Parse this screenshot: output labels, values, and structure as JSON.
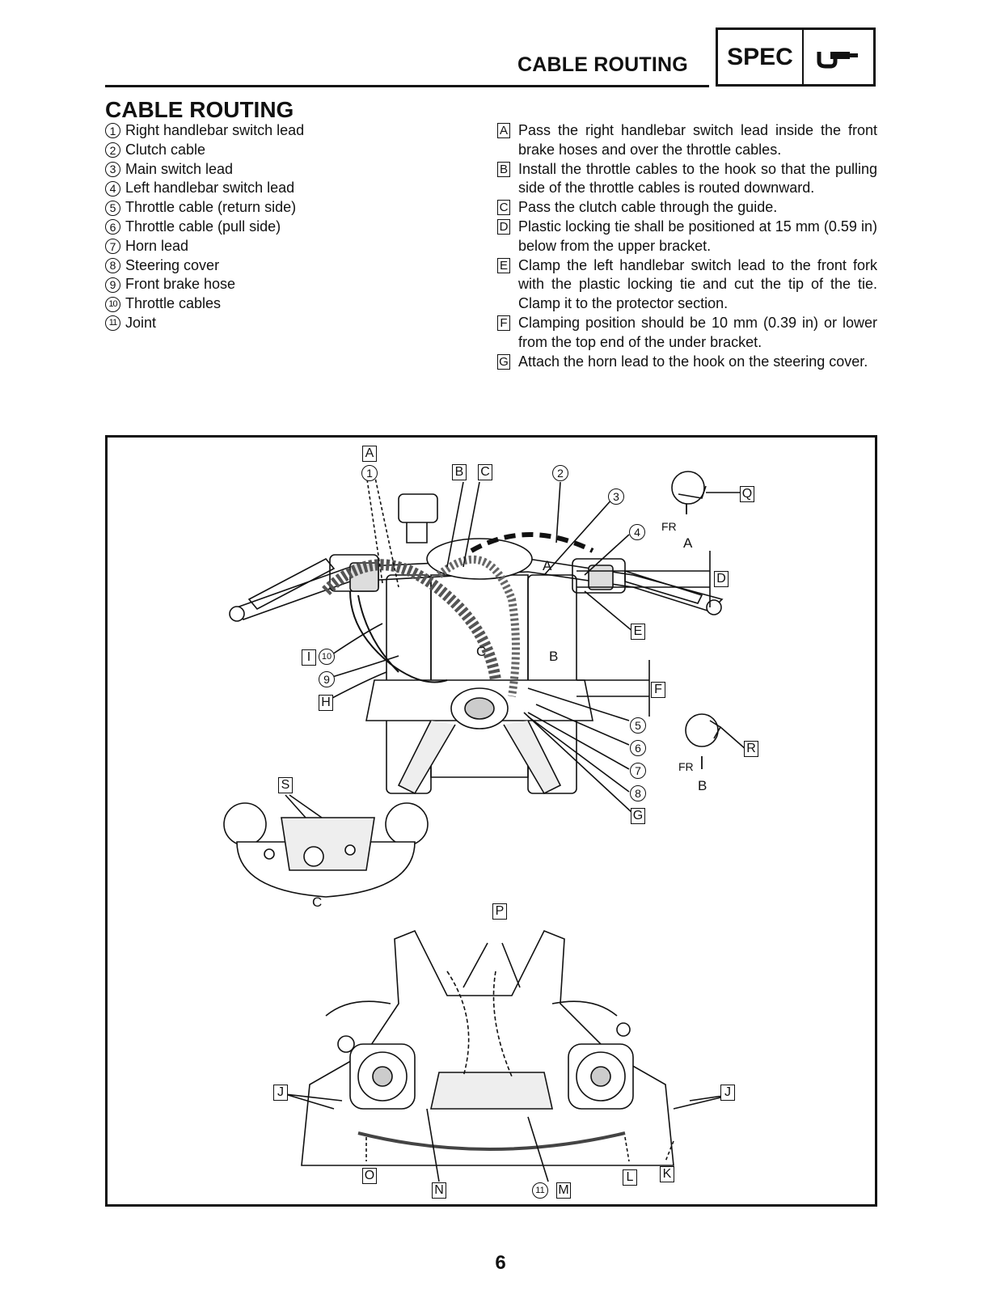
{
  "header": {
    "title": "CABLE ROUTING",
    "spec_label": "SPEC",
    "spec_icon": "caliper-icon"
  },
  "section_title": "CABLE ROUTING",
  "legend": [
    {
      "num": "1",
      "text": "Right handlebar switch lead"
    },
    {
      "num": "2",
      "text": "Clutch cable"
    },
    {
      "num": "3",
      "text": "Main switch lead"
    },
    {
      "num": "4",
      "text": "Left handlebar switch lead"
    },
    {
      "num": "5",
      "text": "Throttle cable (return side)"
    },
    {
      "num": "6",
      "text": "Throttle cable (pull side)"
    },
    {
      "num": "7",
      "text": "Horn lead"
    },
    {
      "num": "8",
      "text": "Steering cover"
    },
    {
      "num": "9",
      "text": "Front brake hose"
    },
    {
      "num": "10",
      "text": "Throttle cables"
    },
    {
      "num": "11",
      "text": "Joint"
    }
  ],
  "notes": [
    {
      "letter": "A",
      "text": "Pass the right handlebar switch lead inside the front brake hoses and over the throttle cables."
    },
    {
      "letter": "B",
      "text": "Install the throttle cables to the hook so that the pulling side of the throttle cables is routed downward."
    },
    {
      "letter": "C",
      "text": "Pass the clutch cable through the guide."
    },
    {
      "letter": "D",
      "text": "Plastic locking tie shall be positioned at 15 mm (0.59 in) below from the upper bracket."
    },
    {
      "letter": "E",
      "text": "Clamp the left handlebar switch lead to the front fork with the plastic locking tie and cut the tip of the tie. Clamp it to the protector section."
    },
    {
      "letter": "F",
      "text": "Clamping position should be 10 mm (0.39 in) or lower from the top end of the under bracket."
    },
    {
      "letter": "G",
      "text": "Attach the horn lead to the hook on the steering cover."
    }
  ],
  "figure": {
    "box_labels": {
      "A": "A",
      "B": "B",
      "C": "C",
      "D": "D",
      "E": "E",
      "F": "F",
      "G": "G",
      "H": "H",
      "I": "I",
      "J": "J",
      "K": "K",
      "L": "L",
      "M": "M",
      "N": "N",
      "O": "O",
      "P": "P",
      "Q": "Q",
      "R": "R",
      "S": "S"
    },
    "circle_labels": {
      "n1": "1",
      "n2": "2",
      "n3": "3",
      "n4": "4",
      "n5": "5",
      "n6": "6",
      "n7": "7",
      "n8": "8",
      "n9": "9",
      "n10": "10",
      "n11": "11"
    },
    "plain_labels": {
      "fr": "FR",
      "a": "A",
      "b": "B",
      "c": "C"
    }
  },
  "page_number": "6"
}
